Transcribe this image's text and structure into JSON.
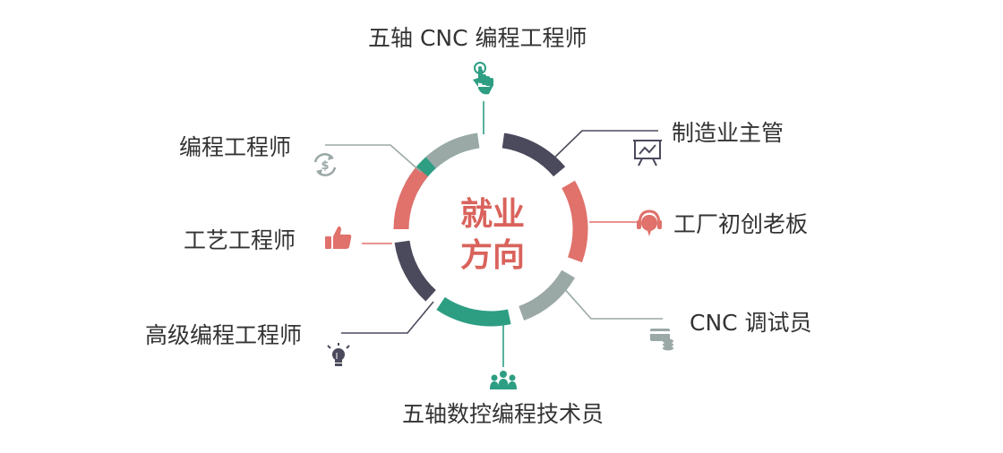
{
  "center": {
    "line1": "就业",
    "line2": "方向"
  },
  "colors": {
    "teal": "#2e9e83",
    "dark": "#4a4a5c",
    "red": "#e0716b",
    "gray": "#9aa8a6"
  },
  "labels": {
    "top": "五轴 CNC 编程工程师",
    "right1": "制造业主管",
    "right2": "工厂初创老板",
    "right3": "CNC 调试员",
    "bottom": "五轴数控编程技术员",
    "left1": "编程工程师",
    "left2": "工艺工程师",
    "left3": "高级编程工程师"
  },
  "icons": {
    "top": "pointer-hand-icon",
    "right1": "presentation-chart-icon",
    "right2": "headset-icon",
    "right3": "card-money-icon",
    "bottom": "team-icon",
    "left1": "dollar-cycle-icon",
    "left2": "thumbs-up-icon",
    "left3": "lightbulb-icon"
  }
}
